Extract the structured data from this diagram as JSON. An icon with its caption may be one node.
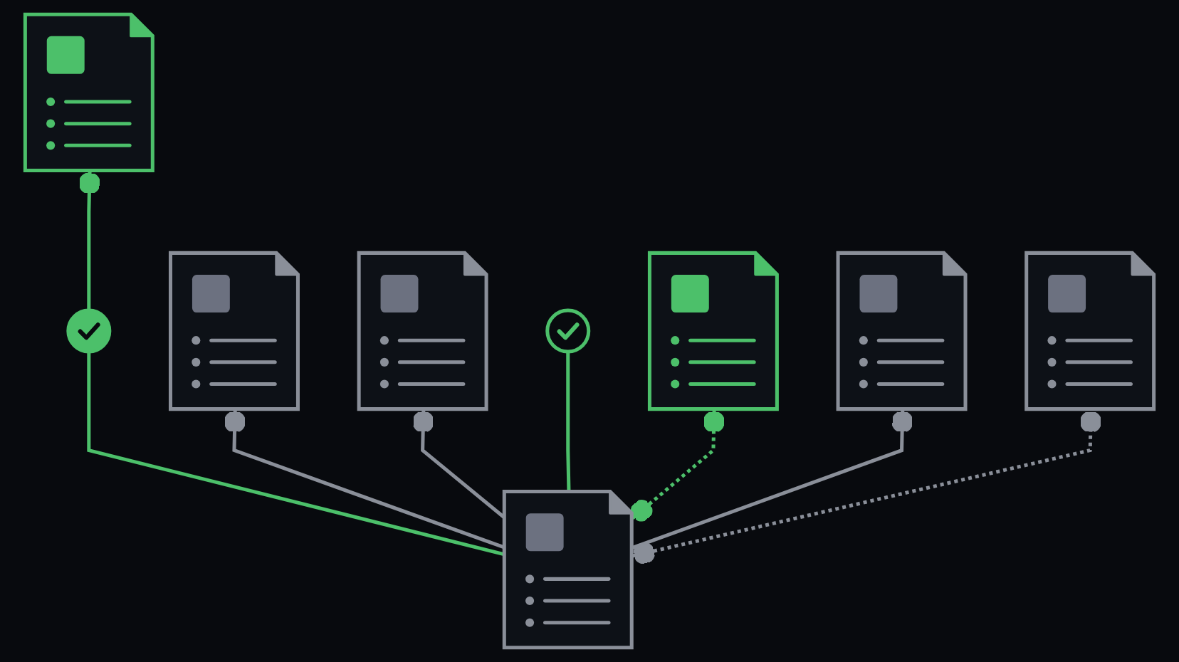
{
  "diagram": {
    "nodes": [
      {
        "text": [],
        "shape": "document"
      },
      {
        "text": [],
        "shape": "circle"
      },
      {
        "text": [],
        "shape": "document"
      },
      {
        "text": [],
        "shape": "document"
      },
      {
        "text": [],
        "shape": "document"
      },
      {
        "text": [],
        "shape": "circle"
      },
      {
        "text": [],
        "shape": "document"
      },
      {
        "text": [],
        "shape": "document"
      },
      {
        "text": [],
        "shape": "document"
      }
    ],
    "edges": [
      {
        "from": 3,
        "to": 1,
        "arrow": "none",
        "color": "#4cc06a"
      },
      {
        "from": 1,
        "to": 0,
        "arrow": "other",
        "color": "#4cc06a"
      },
      {
        "from": 3,
        "to": 2,
        "arrow": "other"
      },
      {
        "from": 3,
        "to": 4,
        "arrow": "other"
      },
      {
        "from": 3,
        "to": 5,
        "arrow": "none",
        "color": "#4cc06a"
      },
      {
        "from": 3,
        "to": 6,
        "arrow": "other",
        "style": "dashed",
        "color": "#4cc06a"
      },
      {
        "from": 3,
        "to": 7,
        "arrow": "other"
      },
      {
        "from": 3,
        "to": 8,
        "arrow": "other",
        "style": "dashed"
      }
    ]
  }
}
